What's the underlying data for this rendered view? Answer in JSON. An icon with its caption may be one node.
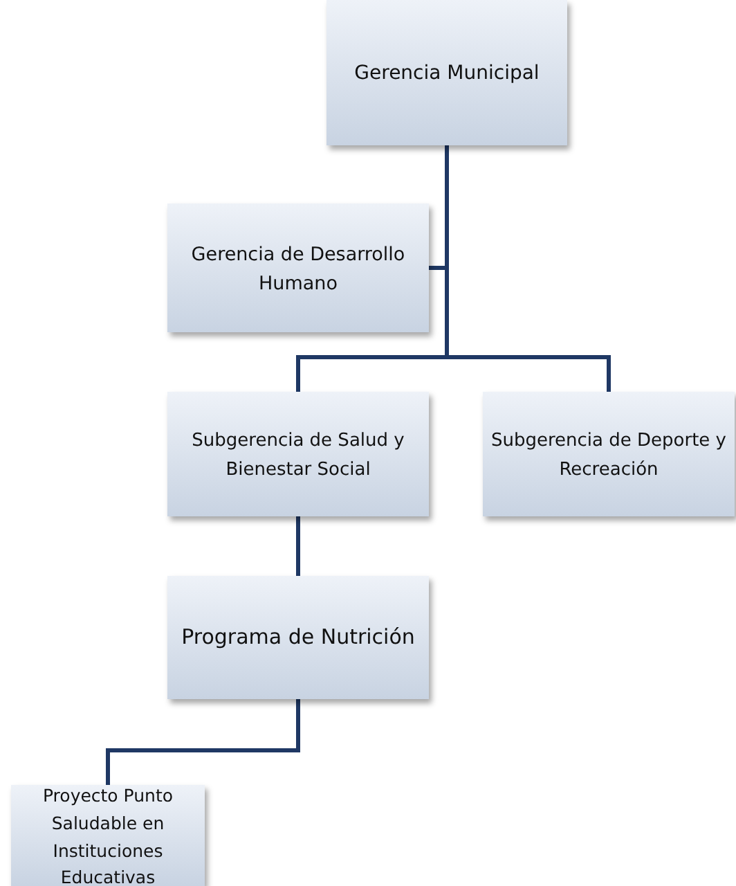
{
  "diagram": {
    "nodes": [
      {
        "text": [
          "Gerencia Municipal"
        ]
      },
      {
        "text": [
          "Gerencia de Desarrollo Humano"
        ]
      },
      {
        "text": [
          "Subgerencia de Salud y Bienestar Social"
        ]
      },
      {
        "text": [
          "Subgerencia de Deporte y Recreación"
        ]
      },
      {
        "text": [
          "Programa de Nutrición"
        ]
      },
      {
        "text": [
          "Proyecto Punto Saludable en Instituciones Educativas"
        ]
      }
    ],
    "edges": [
      {
        "from": 0,
        "to": 1,
        "arrow": "none"
      },
      {
        "from": 0,
        "to": 2,
        "arrow": "none"
      },
      {
        "from": 0,
        "to": 3,
        "arrow": "none"
      },
      {
        "from": 2,
        "to": 4,
        "arrow": "none"
      },
      {
        "from": 4,
        "to": 5,
        "arrow": "none"
      }
    ]
  }
}
